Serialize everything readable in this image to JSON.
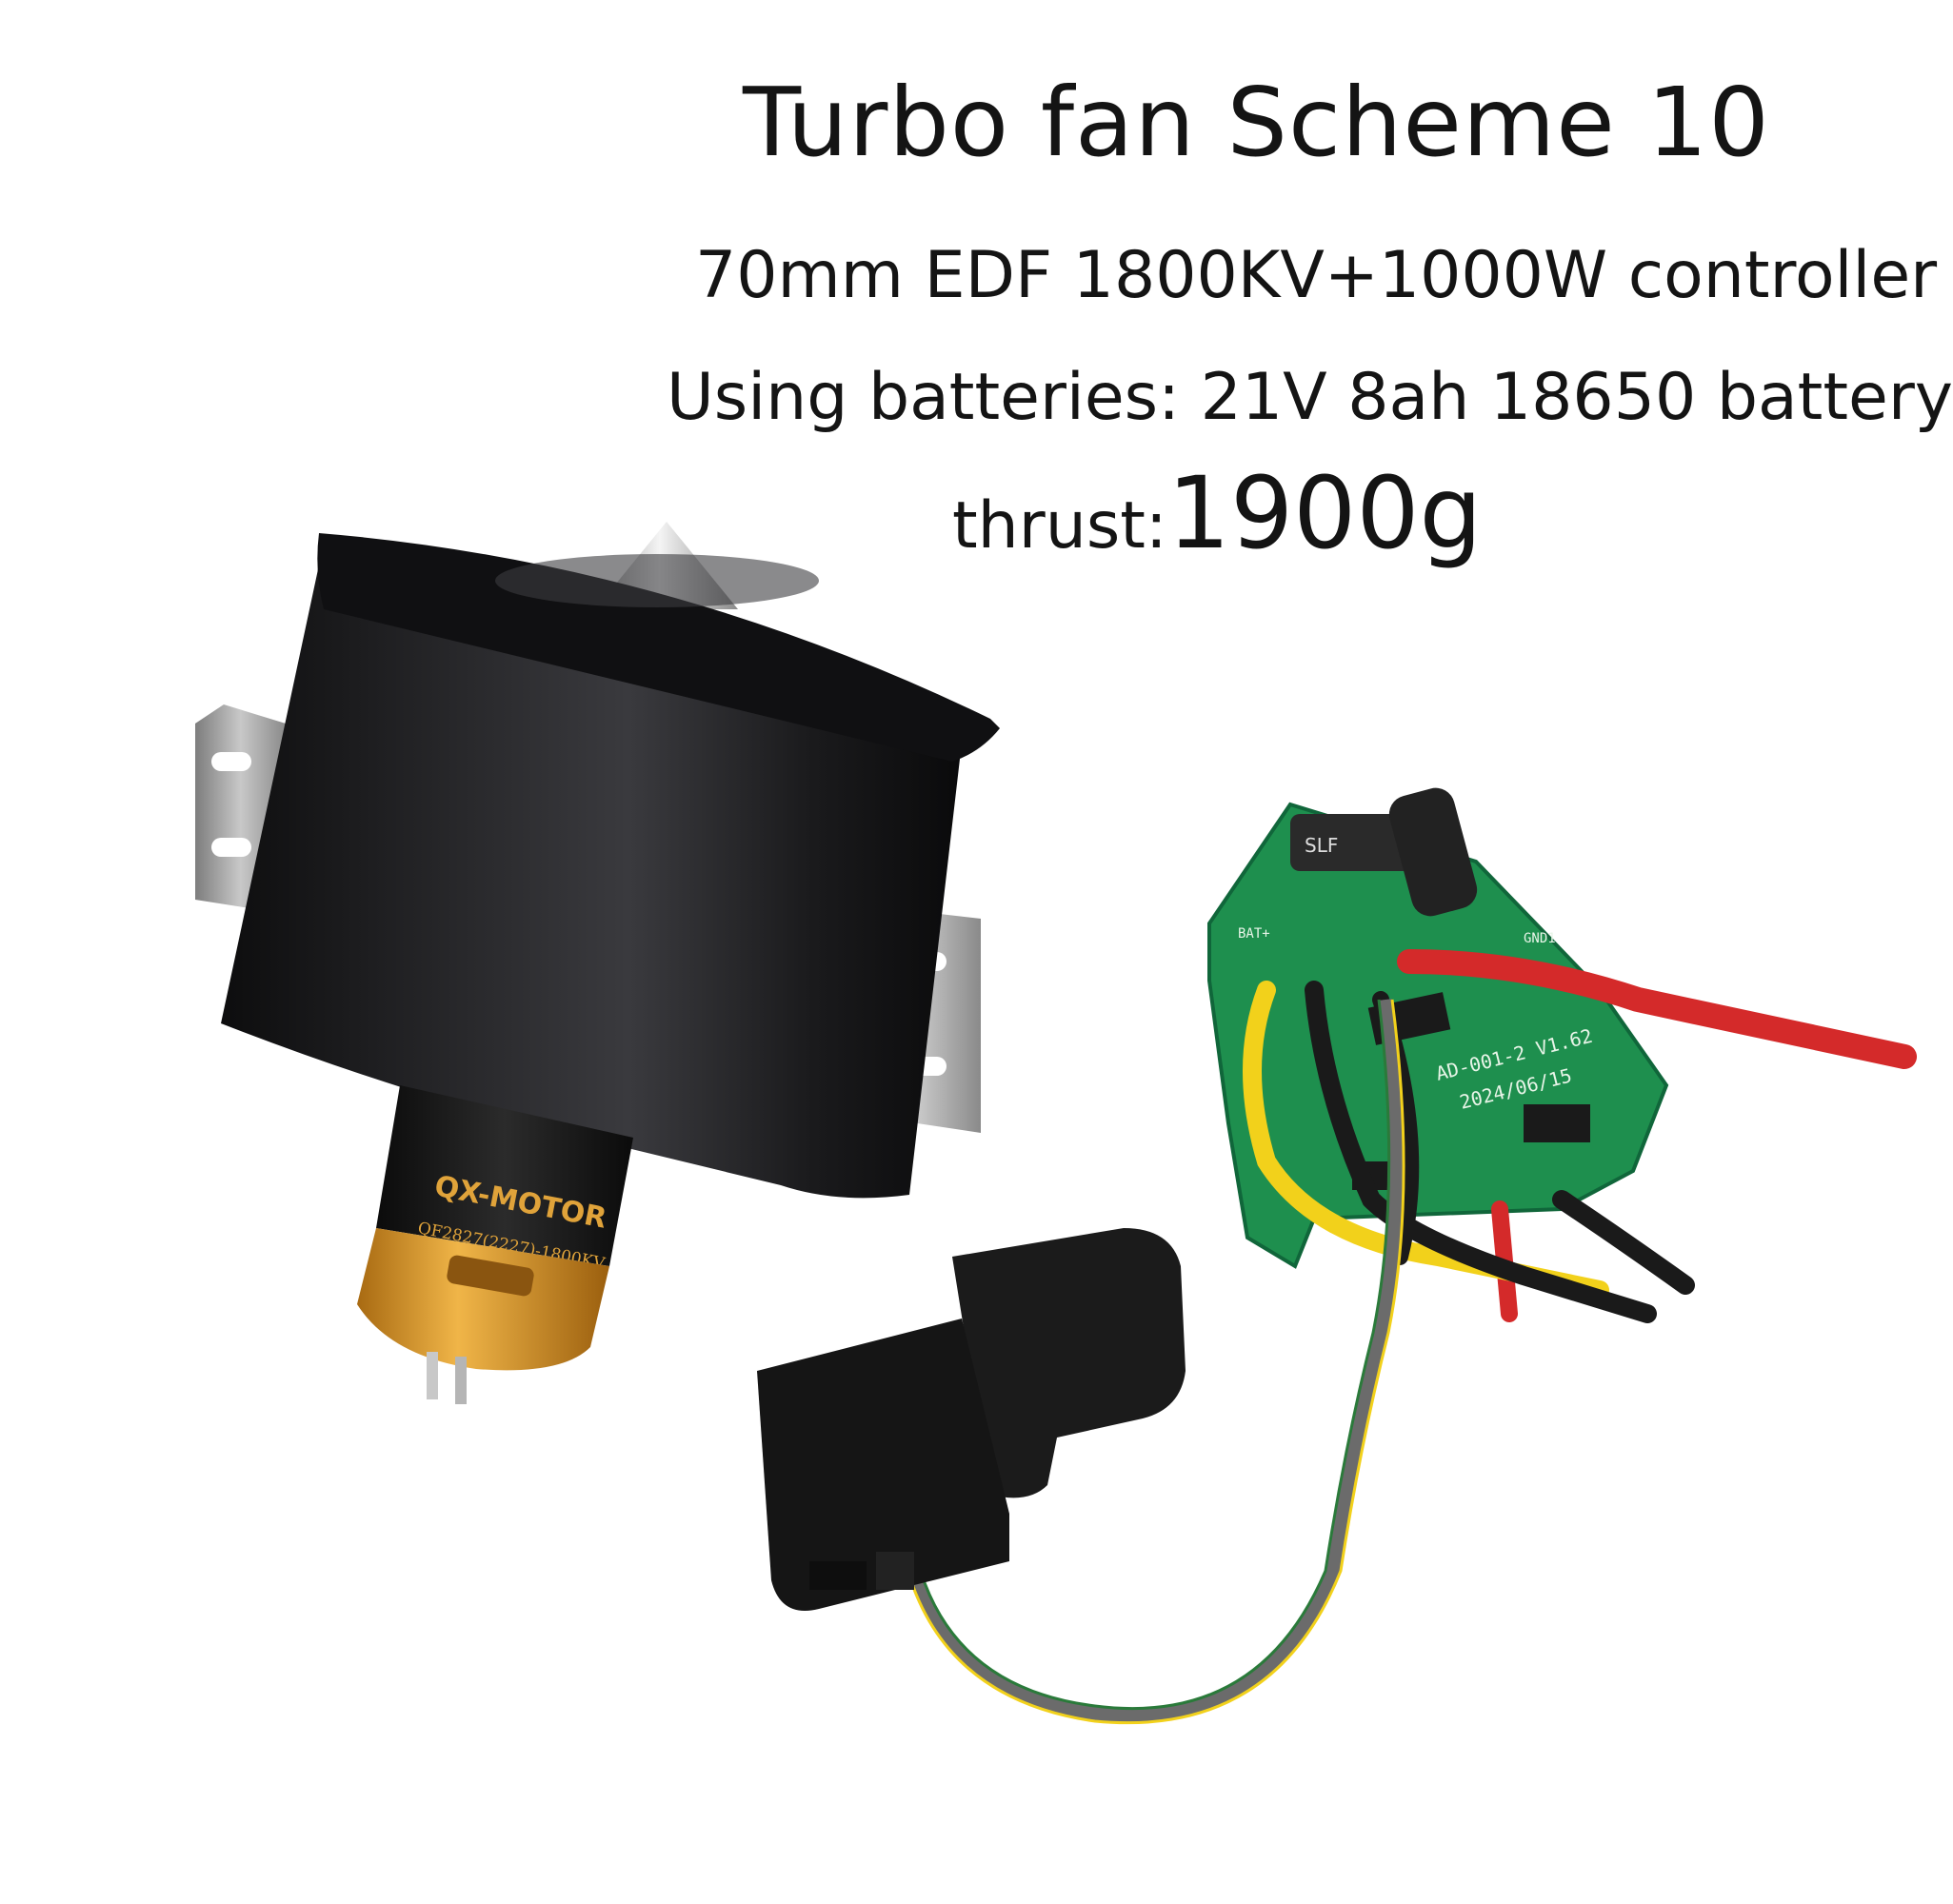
{
  "heading": {
    "title": "Turbo fan Scheme 10",
    "spec": "70mm EDF 1800KV+1000W controller",
    "battery": "Using batteries: 21V 8ah 18650 battery",
    "thrust_label": "thrust:",
    "thrust_value": "1900g"
  },
  "motor_label": {
    "brand": "QX-MOTOR",
    "model": "QF2827(2227)-1800KV"
  },
  "pcb_silkscreen": {
    "board_id": "AD-001-2 V1.62",
    "date": "2024/06/15",
    "cap_brand": "SLF",
    "bat_plus": "BAT+",
    "gnd": "GND1"
  },
  "colors": {
    "duct": "#1c1c1e",
    "motor_can": "#e0a33a",
    "pcb": "#1e8f4e",
    "wire_red": "#d42a2a",
    "wire_yellow": "#f2d11b",
    "wire_black": "#1a1a1a"
  }
}
